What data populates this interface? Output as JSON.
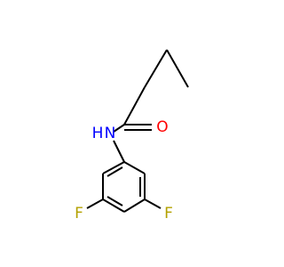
{
  "molecule": {
    "atoms": {
      "nitrogen": {
        "symbol": "N",
        "label": "N",
        "sub_label": "H",
        "color": "#0000ff"
      },
      "oxygen": {
        "symbol": "O",
        "label": "O",
        "color": "#ff0000"
      },
      "fluorine_left": {
        "symbol": "F",
        "label": "F",
        "color": "#b3a100"
      },
      "fluorine_right": {
        "symbol": "F",
        "label": "F",
        "color": "#b3a100"
      }
    },
    "bond_color": "#000000"
  }
}
